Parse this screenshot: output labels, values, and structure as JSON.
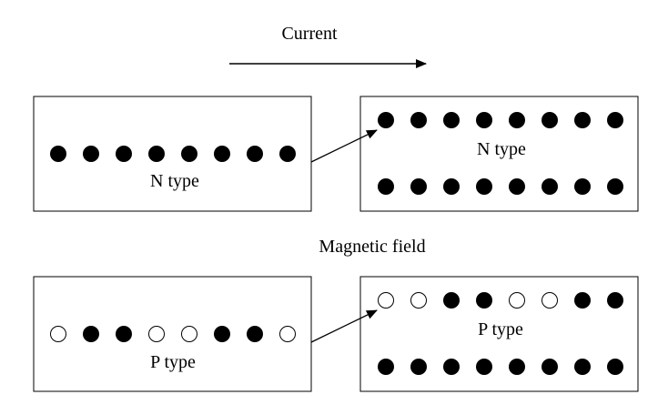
{
  "labels": {
    "current": "Current",
    "magnetic_field": "Magnetic field"
  },
  "panels": [
    {
      "id": "n-before",
      "label": "N type",
      "rows": [
        [
          "filled",
          "filled",
          "filled",
          "filled",
          "filled",
          "filled",
          "filled",
          "filled"
        ]
      ]
    },
    {
      "id": "n-after",
      "label": "N type",
      "rows": [
        [
          "filled",
          "filled",
          "filled",
          "filled",
          "filled",
          "filled",
          "filled",
          "filled"
        ],
        [
          "filled",
          "filled",
          "filled",
          "filled",
          "filled",
          "filled",
          "filled",
          "filled"
        ]
      ]
    },
    {
      "id": "p-before",
      "label": "P type",
      "rows": [
        [
          "hollow",
          "filled",
          "filled",
          "hollow",
          "hollow",
          "filled",
          "filled",
          "hollow"
        ]
      ]
    },
    {
      "id": "p-after",
      "label": "P type",
      "rows": [
        [
          "hollow",
          "hollow",
          "filled",
          "filled",
          "hollow",
          "hollow",
          "filled",
          "filled"
        ],
        [
          "filled",
          "filled",
          "filled",
          "filled",
          "filled",
          "filled",
          "filled",
          "filled"
        ]
      ]
    }
  ],
  "colors": {
    "stroke": "#000000",
    "fill": "#000000",
    "background": "#ffffff"
  }
}
